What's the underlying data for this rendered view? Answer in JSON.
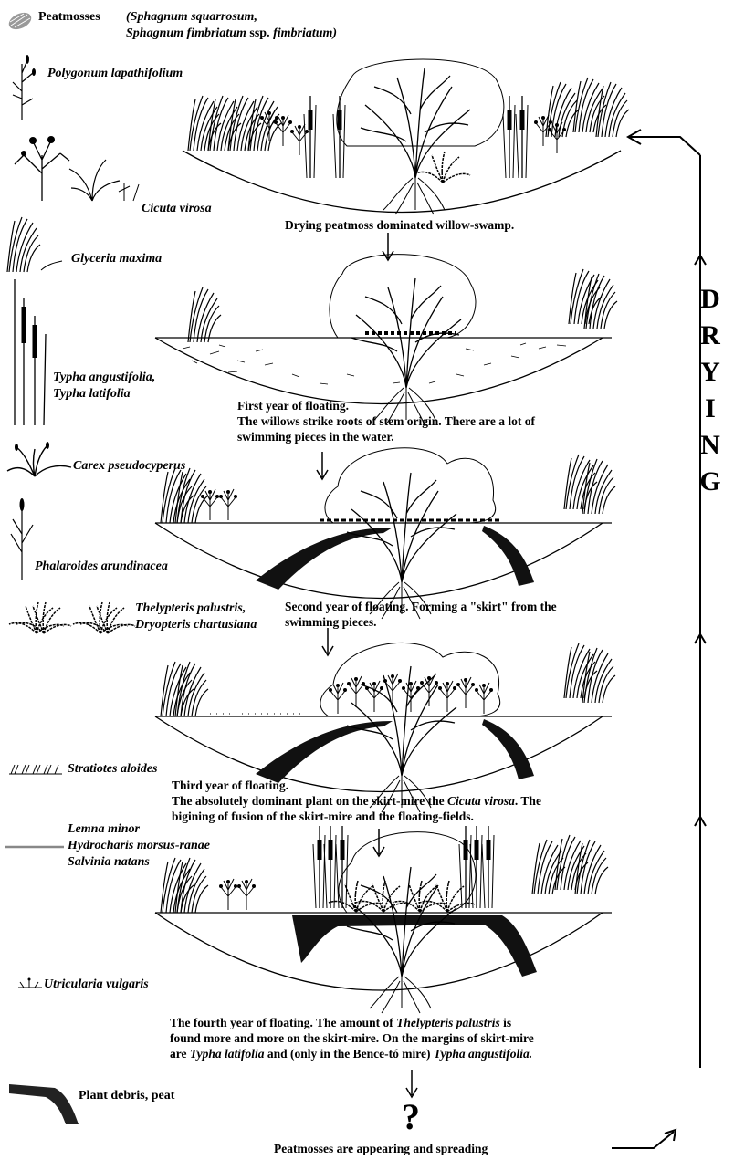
{
  "legend": {
    "peatmosses": {
      "common": "Peatmosses",
      "species_line1": "(Sphagnum squarrosum,",
      "species_line2_a": "Sphagnum fimbriatum",
      "species_line2_b": " ssp. ",
      "species_line2_c": "fimbriatum)"
    },
    "polygonum": "Polygonum lapathifolium",
    "cicuta": "Cicuta virosa",
    "glyceria": "Glyceria maxima",
    "typha_line1": "Typha angustifolia,",
    "typha_line2": "Typha latifolia",
    "carex": "Carex pseudocyperus",
    "phalaroides": "Phalaroides arundinacea",
    "thelypteris_line1": "Thelypteris palustris,",
    "thelypteris_line2": "Dryopteris chartusiana",
    "stratiotes": "Stratiotes aloides",
    "lemna_line1": "Lemna minor",
    "lemna_line2": "Hydrocharis morsus-ranae",
    "lemna_line3": "Salvinia natans",
    "utricularia": "Utricularia vulgaris",
    "debris": "Plant debris, peat"
  },
  "stages": {
    "s1": "Drying peatmoss dominated willow-swamp.",
    "s2_line1": "First year of floating.",
    "s2_line2": "The willows strike roots of stem origin. There are a lot of",
    "s2_line3": "swimming pieces in the water.",
    "s3_line1": "Second year of floating. Forming a \"skirt\"  from the",
    "s3_line2": "swimming pieces.",
    "s4_line1": "Third year of floating.",
    "s4_line2_a": "The absolutely dominant plant on the skirt-mire the ",
    "s4_line2_b": "Cicuta virosa",
    "s4_line2_c": ". The",
    "s4_line3": "bigining of fusion of the skirt-mire and the floating-fields.",
    "s5_line1_a": "The fourth year of floating. The amount of ",
    "s5_line1_b": "Thelypteris palustris",
    "s5_line1_c": "  is",
    "s5_line2": "found more and more on the skirt-mire.  On the margins of skirt-mire",
    "s5_line3_a": "are ",
    "s5_line3_b": "Typha latifolia",
    "s5_line3_c": " and (only in the Bence-tó mire) ",
    "s5_line3_d": "Typha angustifolia.",
    "final_question": "?",
    "final": "Peatmosses are appearing and spreading"
  },
  "drying": [
    "D",
    "R",
    "Y",
    "I",
    "N",
    "G"
  ]
}
